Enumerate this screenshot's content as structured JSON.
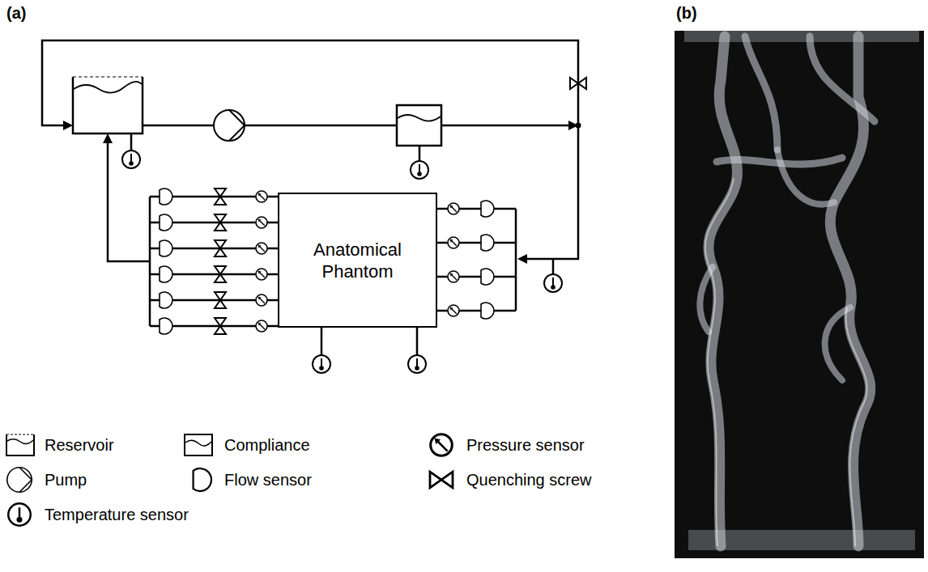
{
  "diagram": {
    "nodes": [
      {
        "text": [
          "Anatomical Phantom"
        ]
      }
    ],
    "labels": [
      "(a)",
      "(b)"
    ],
    "legend": [
      {
        "text": "Reservoir"
      },
      {
        "text": "Compliance"
      },
      {
        "text": "Pressure sensor"
      },
      {
        "text": "Pump"
      },
      {
        "text": "Flow sensor"
      },
      {
        "text": "Quenching screw"
      },
      {
        "text": "Temperature sensor"
      }
    ]
  }
}
